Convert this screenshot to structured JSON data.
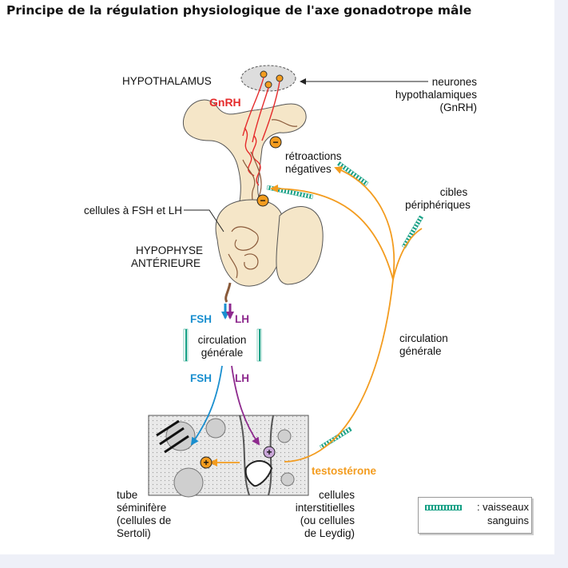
{
  "title": "Principe de la régulation physiologique de l'axe gonadotrope mâle",
  "labels": {
    "hypothalamus": "HYPOTHALAMUS",
    "gnrh": "GnRH",
    "neurones_1": "neurones",
    "neurones_2": "hypothalamiques",
    "neurones_3": "(GnRH)",
    "retro_1": "rétroactions",
    "retro_2": "négatives",
    "cibles_1": "cibles",
    "cibles_2": "périphériques",
    "cellules_fsh_lh": "cellules à FSH et LH",
    "hypophyse_1": "HYPOPHYSE",
    "hypophyse_2": "ANTÉRIEURE",
    "fsh": "FSH",
    "lh": "LH",
    "circ_1": "circulation",
    "circ_2": "générale",
    "circ_right_1": "circulation",
    "circ_right_2": "générale",
    "testosterone": "testostérone",
    "tube_1": "tube",
    "tube_2": "séminifère",
    "tube_3": "(cellules de",
    "tube_4": "Sertoli)",
    "interst_1": "cellules",
    "interst_2": "interstitielles",
    "interst_3": "(ou cellules",
    "interst_4": "de Leydig)",
    "minus": "−",
    "plus": "+"
  },
  "legend": {
    "line_1": ": vaisseaux",
    "line_2": "sanguins"
  },
  "colors": {
    "fsh": "#1a8fcf",
    "lh": "#8e2a8e",
    "testosterone": "#f39c1f",
    "gnrh": "#e52b2b",
    "vessel": "#16a085",
    "tissue": "#f5e6c8"
  }
}
